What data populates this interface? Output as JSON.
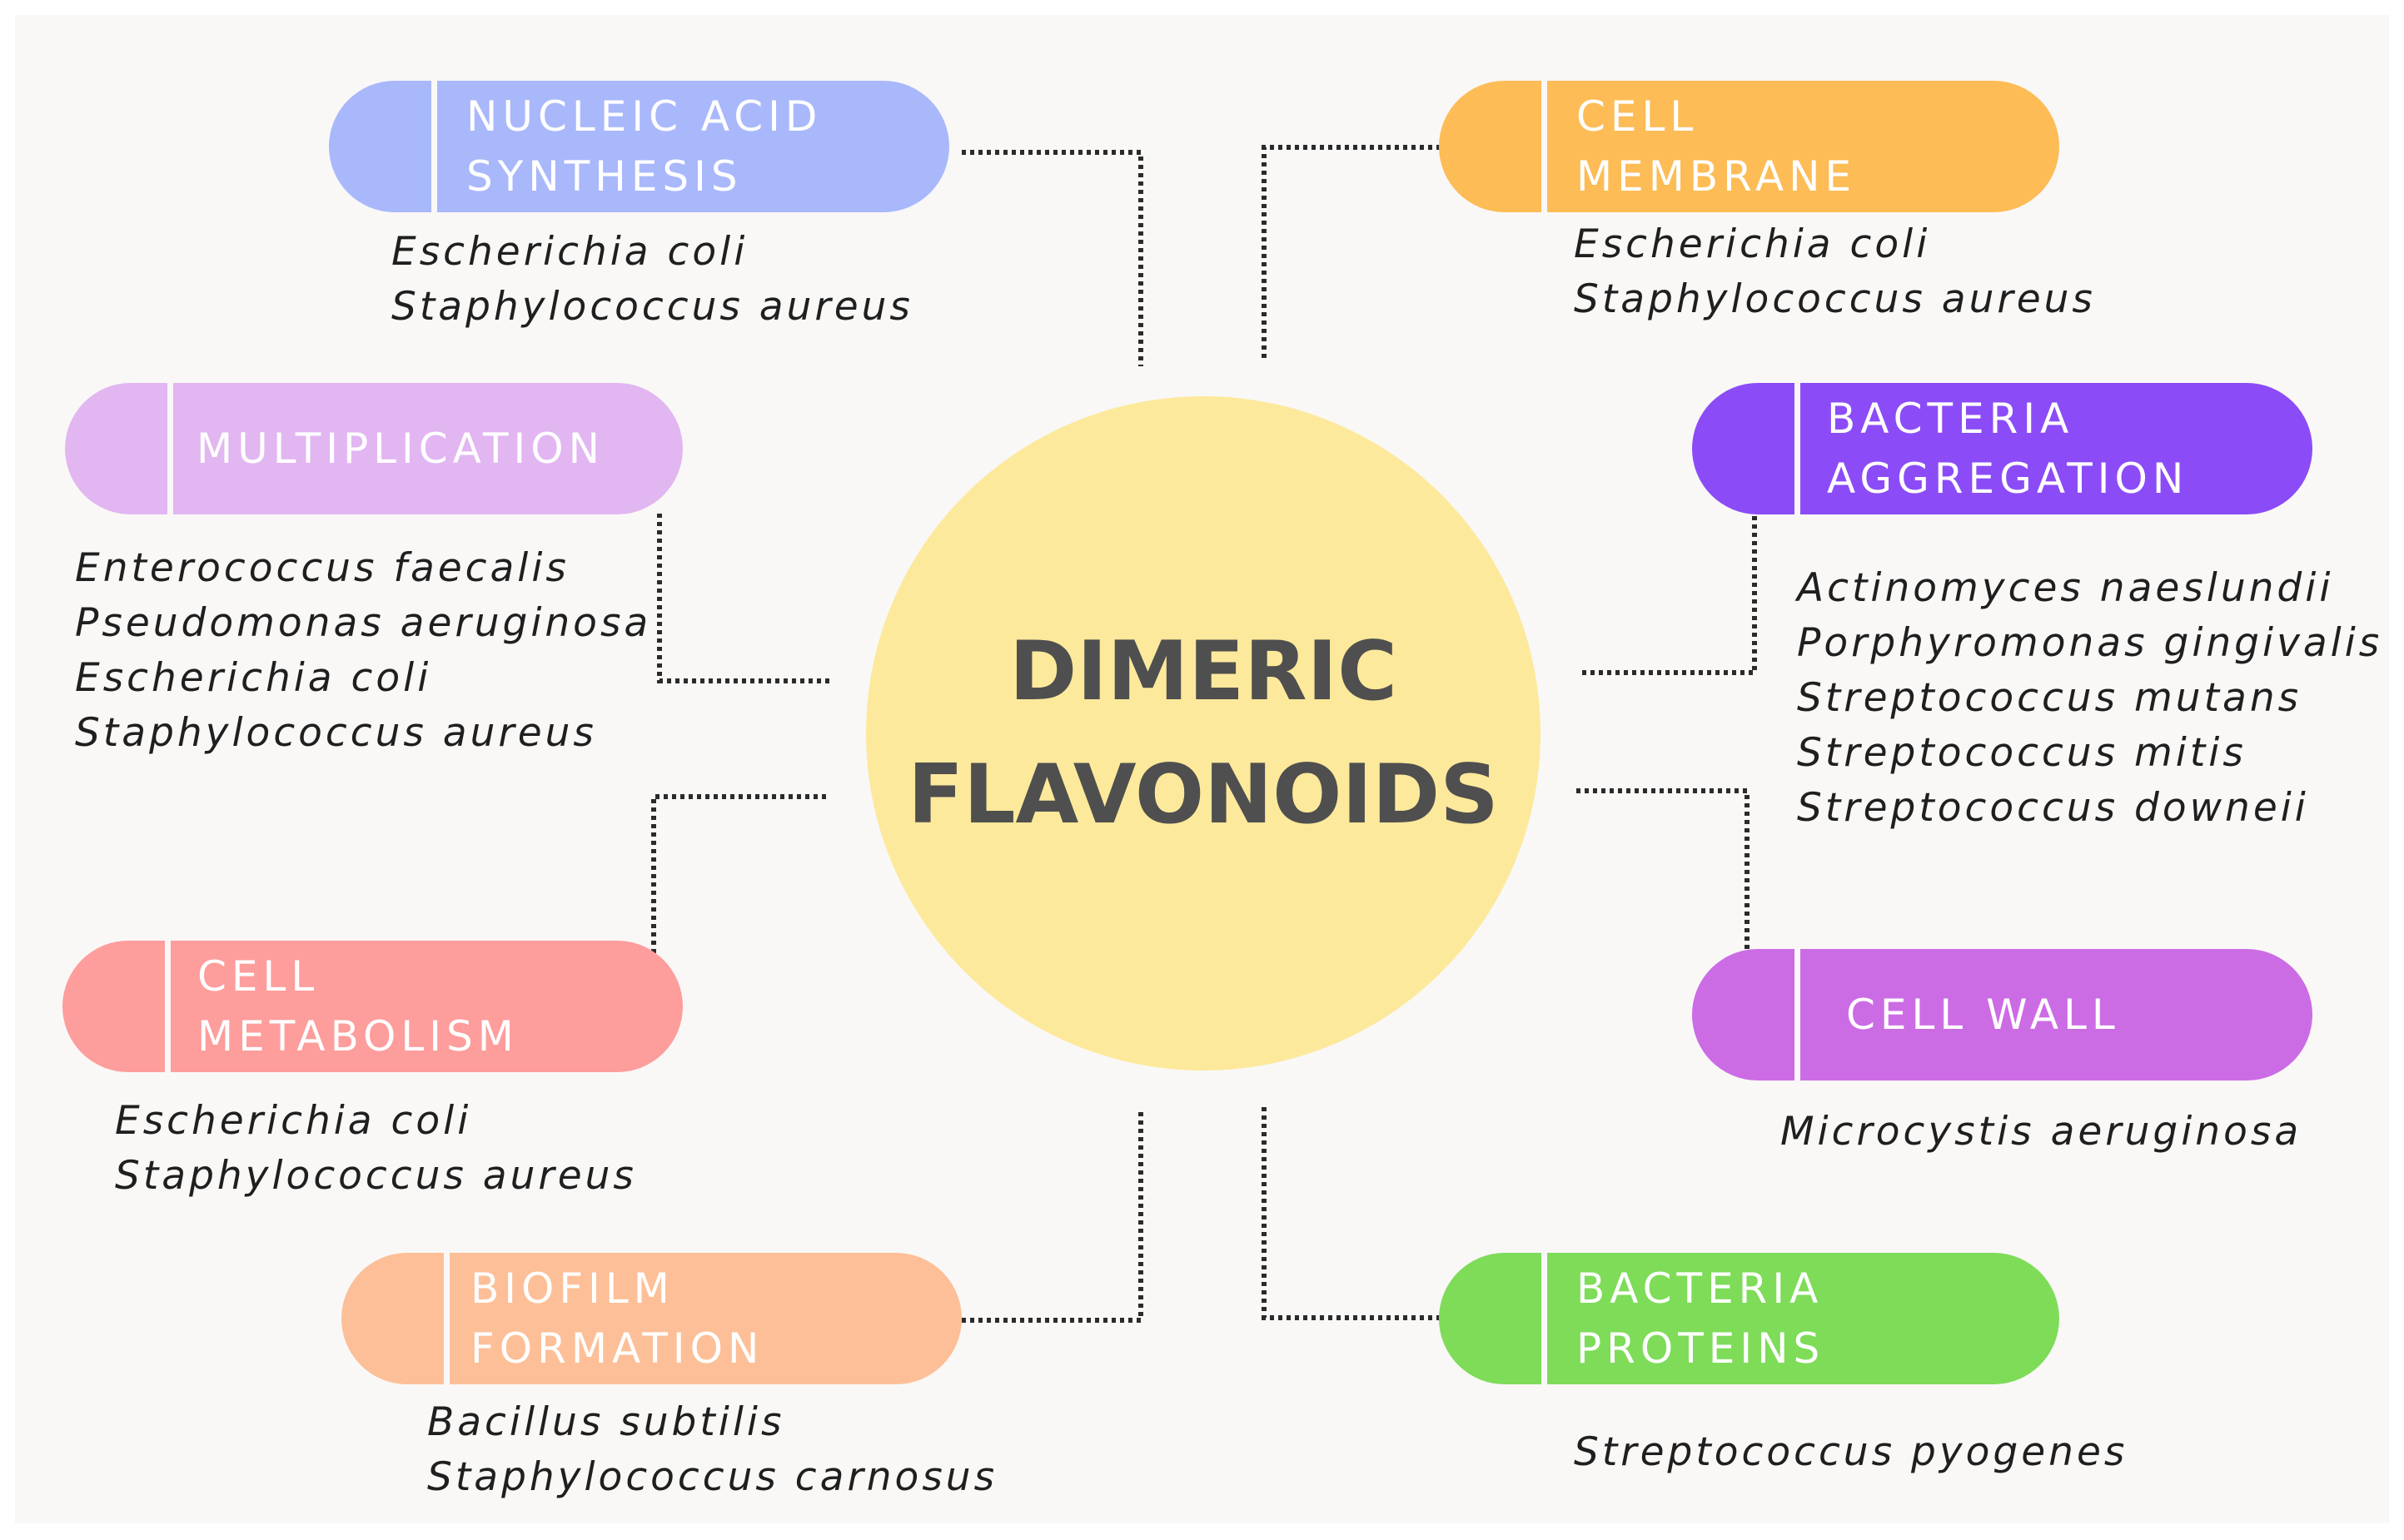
{
  "center": {
    "line1": "DIMERIC",
    "line2": "FLAVONOIDS",
    "color": "#fde99b"
  },
  "categories": [
    {
      "id": "nucleic",
      "lines": [
        "NUCLEIC ACID",
        "SYNTHESIS"
      ],
      "color": "#a9b8fb",
      "species": [
        "Escherichia coli",
        "Staphylococcus aureus"
      ]
    },
    {
      "id": "membrane",
      "lines": [
        "CELL",
        "MEMBRANE"
      ],
      "color": "#fdbc56",
      "species": [
        "Escherichia coli",
        "Staphylococcus aureus"
      ]
    },
    {
      "id": "multiplication",
      "lines": [
        "MULTIPLICATION"
      ],
      "color": "#e2b6f1",
      "species": [
        "Enterococcus faecalis",
        "Pseudomonas aeruginosa",
        "Escherichia coli",
        "Staphylococcus aureus"
      ]
    },
    {
      "id": "aggregation",
      "lines": [
        "BACTERIA",
        "AGGREGATION"
      ],
      "color": "#8b4cf7",
      "species": [
        "Actinomyces naeslundii",
        "Porphyromonas gingivalis",
        "Streptococcus mutans",
        "Streptococcus mitis",
        "Streptococcus downeii"
      ]
    },
    {
      "id": "metabolism",
      "lines": [
        "CELL",
        "METABOLISM"
      ],
      "color": "#fd9d9c",
      "species": [
        "Escherichia coli",
        "Staphylococcus aureus"
      ]
    },
    {
      "id": "wall",
      "lines": [
        "CELL WALL"
      ],
      "color": "#cc6ce5",
      "species": [
        "Microcystis aeruginosa"
      ]
    },
    {
      "id": "biofilm",
      "lines": [
        "BIOFILM",
        "FORMATION"
      ],
      "color": "#fdbf97",
      "species": [
        "Bacillus subtilis",
        "Staphylococcus carnosus"
      ]
    },
    {
      "id": "proteins",
      "lines": [
        "BACTERIA",
        "PROTEINS"
      ],
      "color": "#7edc59",
      "species": [
        "Streptococcus pyogenes"
      ]
    }
  ]
}
